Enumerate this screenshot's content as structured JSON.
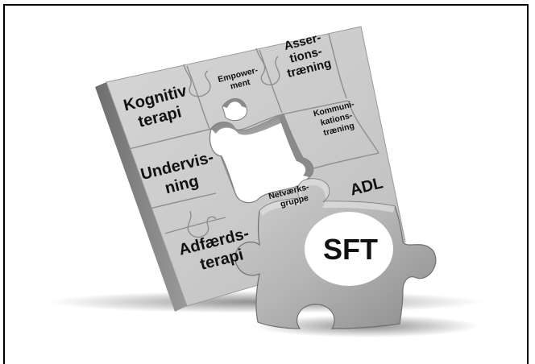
{
  "pieces": {
    "kognitiv": [
      "Kognitiv",
      "terapi"
    ],
    "empowerment": [
      "Empower-",
      "ment"
    ],
    "assertion": [
      "Asser-",
      "tions-",
      "træning"
    ],
    "kommunikation": [
      "Kommuni-",
      "kations-",
      "træning"
    ],
    "undervisning": [
      "Undervis-",
      "ning"
    ],
    "netvaerk": [
      "Netværks-",
      "gruppe"
    ],
    "adl": [
      "ADL"
    ],
    "adfaerd": [
      "Adfærds-",
      "terapi"
    ]
  },
  "center_piece": {
    "label": "SFT"
  }
}
